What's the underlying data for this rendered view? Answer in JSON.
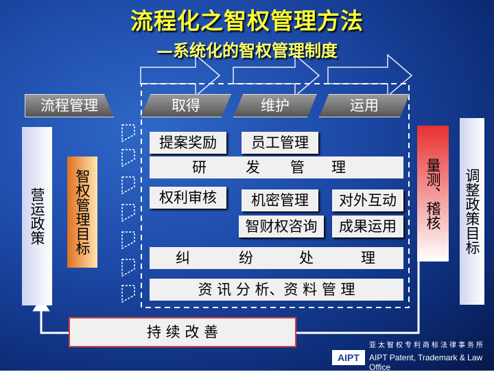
{
  "title": "流程化之智权管理方法",
  "subtitle": "—系统化的智权管理制度",
  "left_tab": "流程管理",
  "tabs": [
    "取得",
    "维护",
    "运用"
  ],
  "left_bar": "营运政策",
  "left_goal": "智权管理目标",
  "right_measure": "量测、稽核",
  "right_adjust": "调整政策目标",
  "grid": {
    "proposal_reward": "提案奖励",
    "employee_mgmt": "员工管理",
    "row2": [
      "研",
      "发",
      "管",
      "理"
    ],
    "rights_review": "权利审核",
    "secrecy_mgmt": "机密管理",
    "external_interaction": "对外互动",
    "ip_consulting": "智财权咨询",
    "result_use": "成果运用",
    "row5": [
      "纠",
      "纷",
      "处",
      "理"
    ],
    "analysis": "资 讯 分 析、资 料 管 理"
  },
  "improve": "持 续 改 善",
  "logo": {
    "abbr": "AIPT",
    "name": "AIPT Patent, Trademark & Law Office",
    "chinese": "亚太智权专利商标法律事务所"
  },
  "colors": {
    "title": "#ffff33",
    "measure_box": "#e02020",
    "goal_box": "#e08020"
  }
}
